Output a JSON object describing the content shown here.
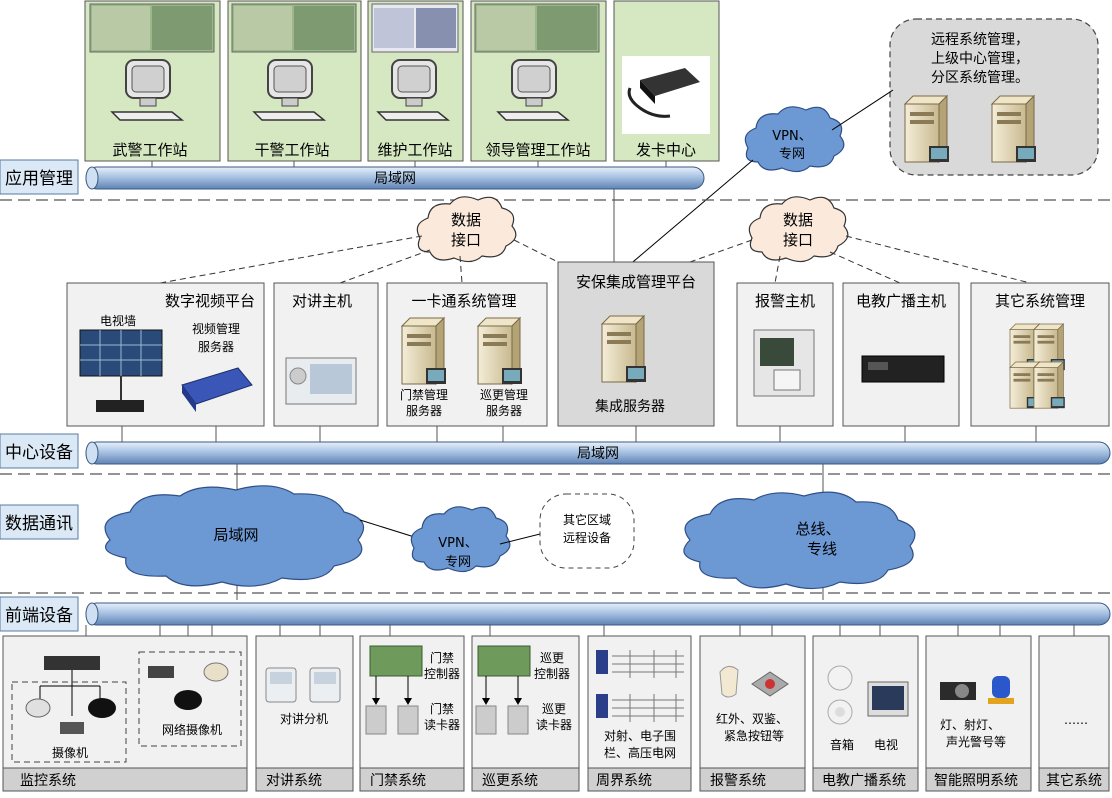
{
  "layers": {
    "app": "应用管理",
    "center": "中心设备",
    "data": "数据通讯",
    "front": "前端设备"
  },
  "workstations": [
    "武警工作站",
    "干警工作站",
    "维护工作站",
    "领导管理工作站",
    "发卡中心"
  ],
  "remote": {
    "line1": "远程系统管理，",
    "line2": "上级中心管理，",
    "line3": "分区系统管理。"
  },
  "lan": "局域网",
  "vpn": {
    "line1": "VPN、",
    "line2": "专网"
  },
  "data_interface": {
    "line1": "数据",
    "line2": "接口"
  },
  "center_boxes": {
    "video": {
      "title": "数字视频平台",
      "tv_wall": "电视墙",
      "mgmt1": "视频管理",
      "mgmt2": "服务器"
    },
    "intercom": "对讲主机",
    "card": {
      "title": "一卡通系统管理",
      "door1": "门禁管理",
      "door2": "服务器",
      "patrol1": "巡更管理",
      "patrol2": "服务器"
    },
    "integrated": {
      "title": "安保集成管理平台",
      "server": "集成服务器"
    },
    "alarm": "报警主机",
    "broadcast": "电教广播主机",
    "other": "其它系统管理"
  },
  "comm": {
    "other_area1": "其它区域",
    "other_area2": "远程设备",
    "bus1": "总线、",
    "bus2": "专线"
  },
  "front_boxes": {
    "monitor": {
      "title": "监控系统",
      "camera": "摄像机",
      "ipcam": "网络摄像机"
    },
    "intercom": {
      "title": "对讲系统",
      "ext": "对讲分机"
    },
    "door": {
      "title": "门禁系统",
      "ctrl1": "门禁",
      "ctrl2": "控制器",
      "reader1": "门禁",
      "reader2": "读卡器"
    },
    "patrol": {
      "title": "巡更系统",
      "ctrl1": "巡更",
      "ctrl2": "控制器",
      "reader1": "巡更",
      "reader2": "读卡器"
    },
    "perimeter": {
      "title": "周界系统",
      "d1": "对射、电子围",
      "d2": "栏、高压电网"
    },
    "alarm": {
      "title": "报警系统",
      "d1": "红外、双鉴、",
      "d2": "紧急按钮等"
    },
    "broadcast": {
      "title": "电教广播系统",
      "speaker": "音箱",
      "tv": "电视"
    },
    "lighting": {
      "title": "智能照明系统",
      "d1": "灯、射灯、",
      "d2": "声光警号等"
    },
    "other": {
      "title": "其它系统",
      "dots": "……"
    }
  }
}
